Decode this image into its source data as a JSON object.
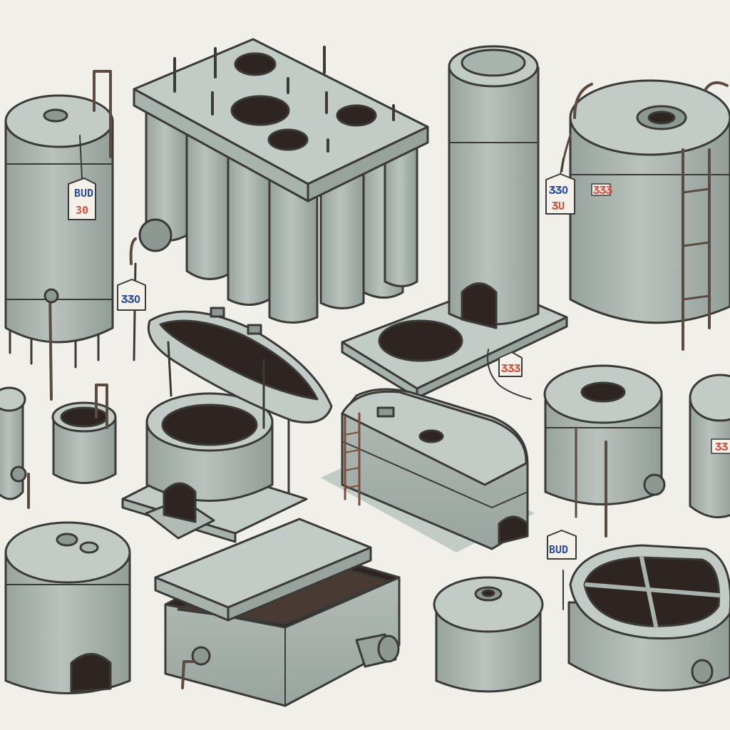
{
  "illustration": {
    "subject": "concrete tanks",
    "palette": {
      "background": "#f1efe9",
      "concrete": "#a9b3ae",
      "concrete_light": "#c3cbc6",
      "concrete_dark": "#8e9893",
      "outline": "#3a3a38",
      "opening": "#2e2522",
      "pipe_rust": "#7a4f3a",
      "tag_red": "#d9533f",
      "tag_blue": "#2e4fa8"
    }
  },
  "tags": {
    "tall_tank_top": "BUD",
    "tall_tank_bottom": "30",
    "battery_tank": "ƷƷO",
    "silo_right_top": "ƷƷO",
    "silo_right_bottom": "ƷU",
    "silo_wall_label": "ƷƷƷ",
    "pad_tag": "ƷƷƷ",
    "right_edge_tank": "ƷƷ",
    "bottom_right_tag": "BUD"
  },
  "icons": [
    "pipe-icon",
    "ladder-icon",
    "manhole-icon",
    "price-tag-icon"
  ]
}
